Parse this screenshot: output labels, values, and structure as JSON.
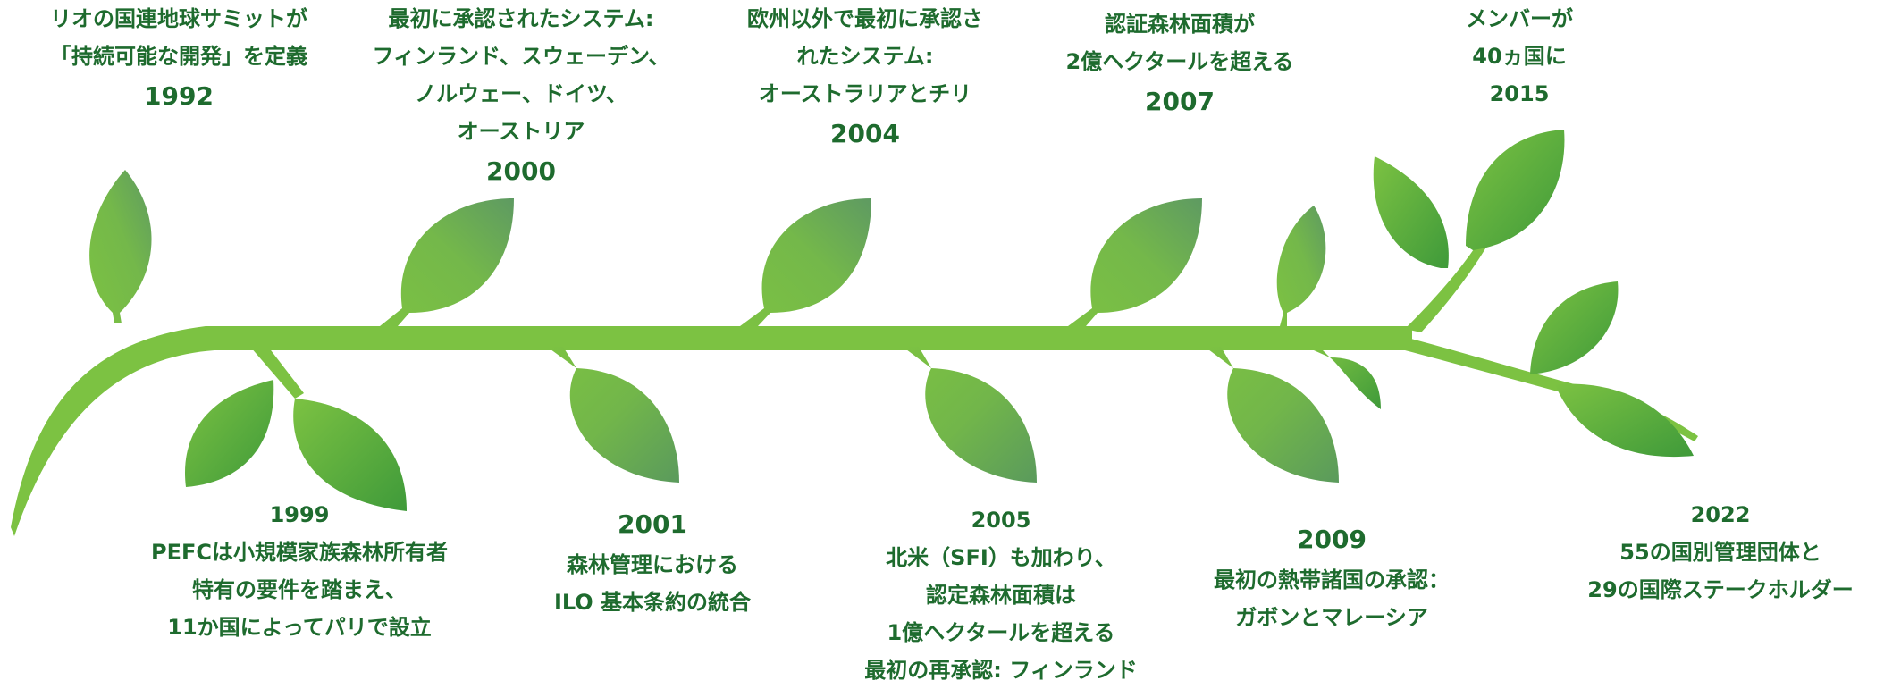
{
  "colors": {
    "text": "#1e6b2e",
    "vine": "#7cc242",
    "leaf_light": "#7cc242",
    "leaf_dark": "#5a9a5c"
  },
  "milestones": {
    "m1992": {
      "year": "1992",
      "lines": [
        "リオの国連地球サミットが",
        "「持続可能な開発」を定義"
      ]
    },
    "m1999": {
      "year": "1999",
      "lines": [
        "PEFCは小規模家族森林所有者",
        "特有の要件を踏まえ、",
        "11か国によってパリで設立"
      ]
    },
    "m2000": {
      "year": "2000",
      "lines": [
        "最初に承認されたシステム:",
        "フィンランド、スウェーデン、",
        "ノルウェー、ドイツ、",
        "オーストリア"
      ]
    },
    "m2001": {
      "year": "2001",
      "lines": [
        "森林管理における",
        "ILO 基本条約の統合"
      ]
    },
    "m2004": {
      "year": "2004",
      "lines": [
        "欧州以外で最初に承認さ",
        "れたシステム:",
        "オーストラリアとチリ"
      ]
    },
    "m2005": {
      "year": "2005",
      "lines": [
        "北米（SFI）も加わり、",
        "認定森林面積は",
        "1億ヘクタールを超える",
        "最初の再承認: フィンランド"
      ]
    },
    "m2007": {
      "year": "2007",
      "lines": [
        "認証森林面積が",
        "2億ヘクタールを超える"
      ]
    },
    "m2009": {
      "year": "2009",
      "lines": [
        "最初の熱帯諸国の承認：",
        "ガボンとマレーシア"
      ]
    },
    "m2015": {
      "year": "2015",
      "lines": [
        "メンバーが",
        "40ヵ国に"
      ]
    },
    "m2022": {
      "year": "2022",
      "lines": [
        "55の国別管理団体と",
        "29の国際ステークホルダー"
      ]
    }
  }
}
